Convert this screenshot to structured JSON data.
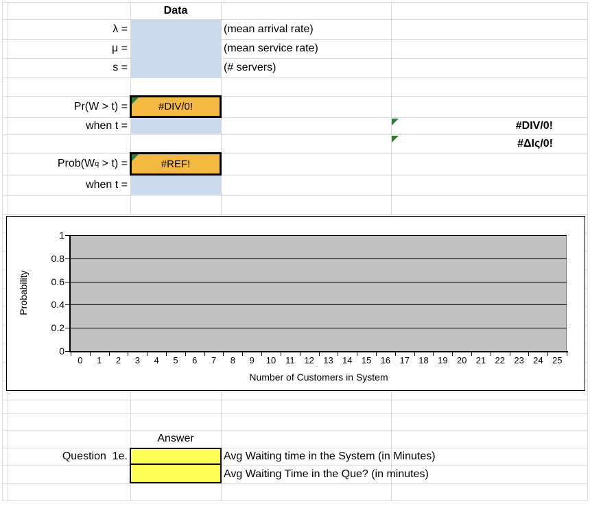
{
  "sheet": {
    "top": {
      "header": "Data",
      "params": [
        {
          "label": "λ =",
          "note": "(mean arrival rate)"
        },
        {
          "label": "μ =",
          "note": "(mean service rate)"
        },
        {
          "label": "s =",
          "note": "(# servers)"
        }
      ]
    },
    "wait_prob": {
      "label": "Pr(W > t) =",
      "value": "#DIV/0!",
      "when_label": "when t ="
    },
    "queue_prob": {
      "label_prefix": "Prob(W",
      "label_sub": "q",
      "label_suffix": " > t) =",
      "value": "#REF!",
      "when_label": "when t ="
    },
    "side_errors": [
      "#DIV/0!",
      "#ΔΙς/0!"
    ],
    "answers": {
      "header": "Answer",
      "question": "Question  1e.",
      "items": [
        {
          "value": "",
          "note": "Avg Waiting time in the System (in Minutes)"
        },
        {
          "value": "",
          "note": "Avg Waiting Time in the Que? (in minutes)"
        }
      ]
    },
    "colors": {
      "cell-blue": "#cbd9f0",
      "cell-orange": "#f5b942",
      "cell-yellow": "#ffff55",
      "indicator-green": "#2e7d32",
      "plot-gray": "#c0c0c0",
      "grid-gray": "#d9d9d9"
    }
  },
  "chart_data": {
    "type": "line",
    "title": "",
    "xlabel": "Number of Customers in System",
    "ylabel": "Probability",
    "categories": [
      0,
      1,
      2,
      3,
      4,
      5,
      6,
      7,
      8,
      9,
      10,
      11,
      12,
      13,
      14,
      15,
      16,
      17,
      18,
      19,
      20,
      21,
      22,
      23,
      24,
      25
    ],
    "y_ticks": [
      0,
      0.2,
      0.4,
      0.6,
      0.8,
      1
    ],
    "ylim": [
      0,
      1
    ],
    "series": [],
    "legend": "none",
    "grid": "horizontal",
    "plot_area_fill": "#c0c0c0"
  }
}
